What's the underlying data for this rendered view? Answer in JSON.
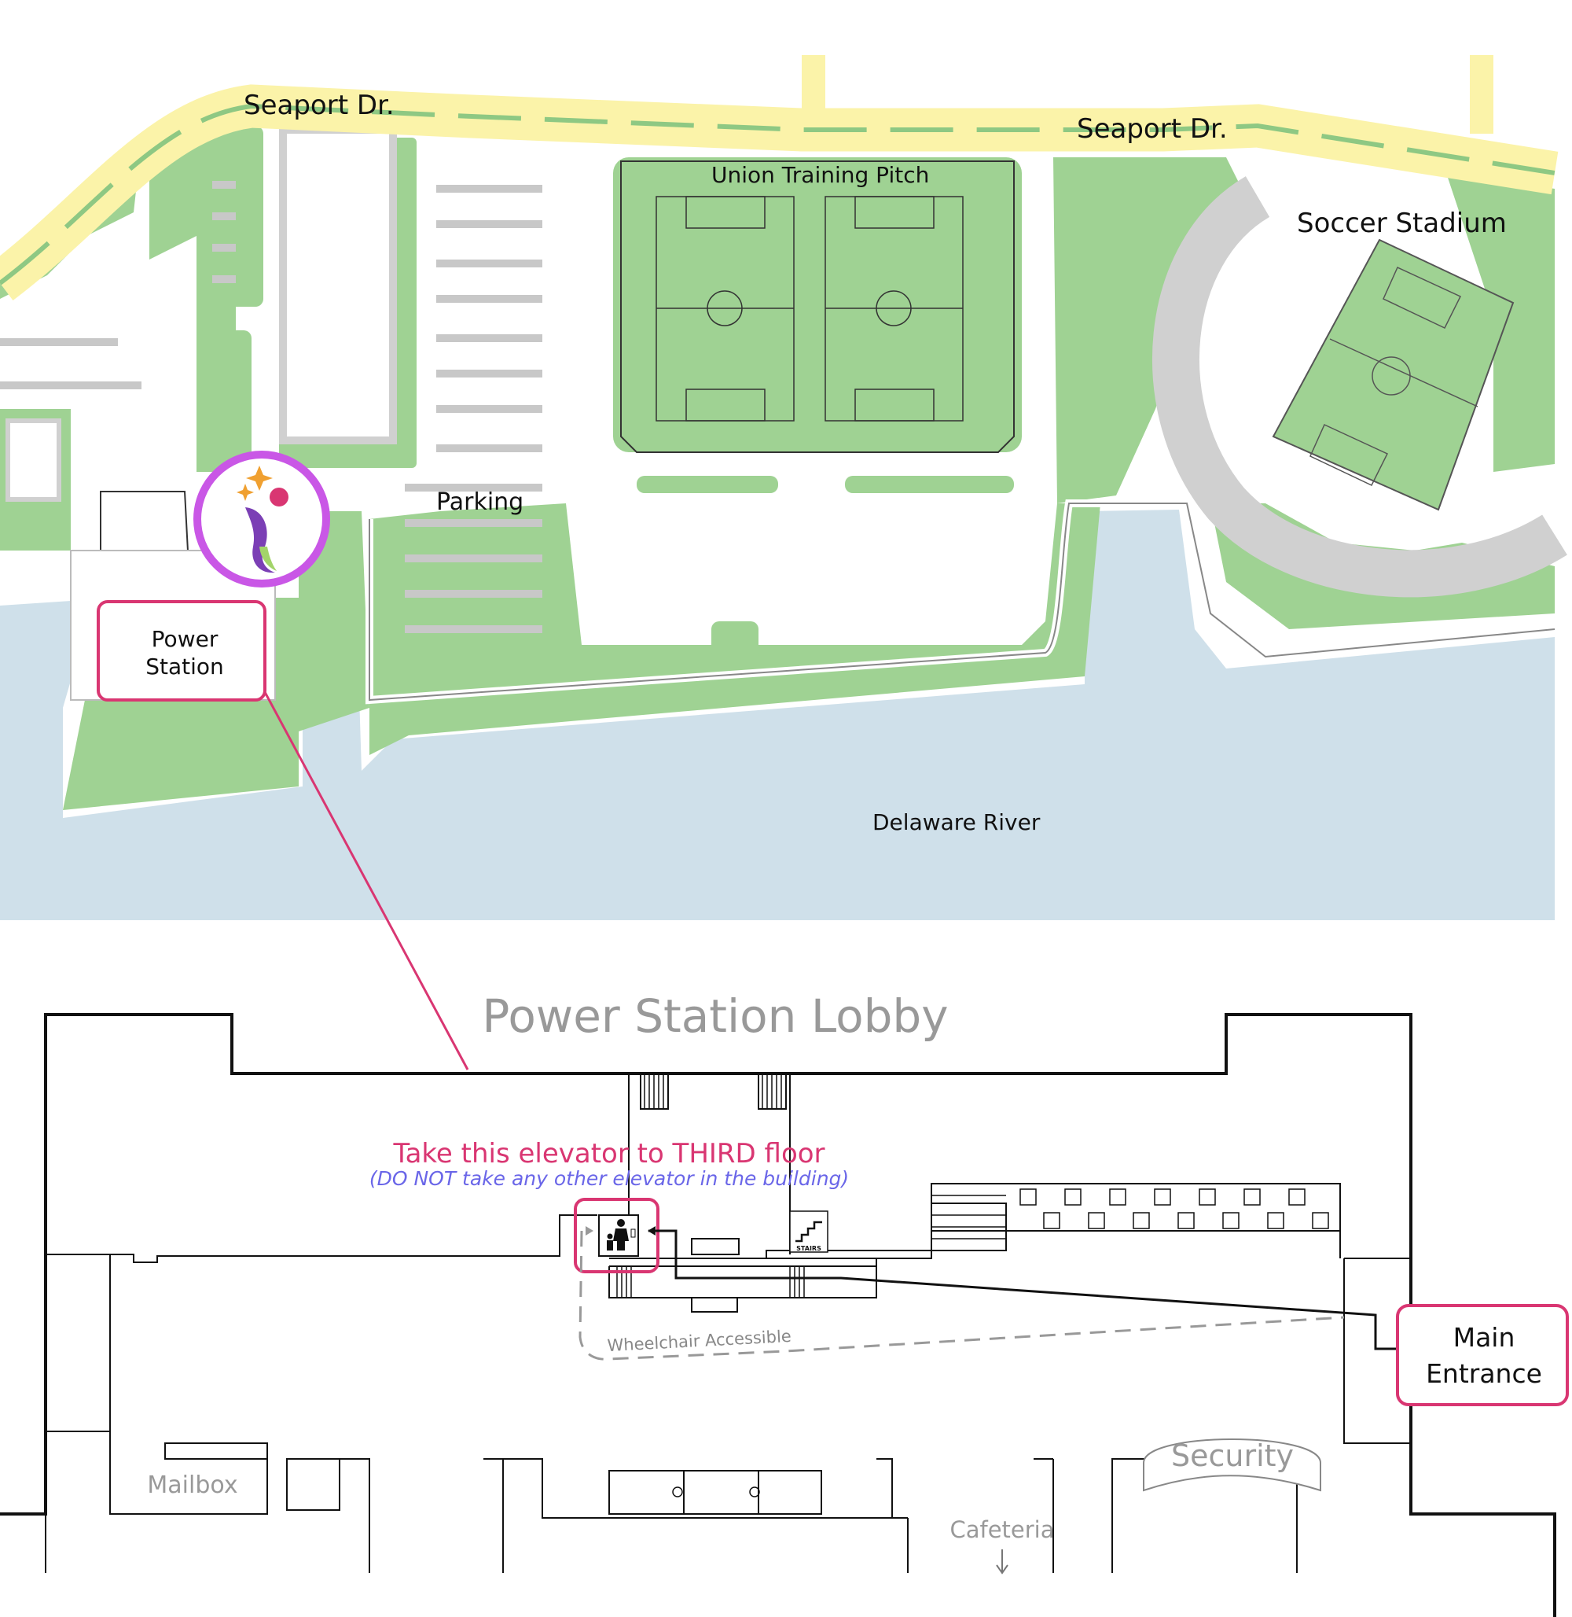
{
  "map": {
    "streets": {
      "seaport_left": "Seaport Dr.",
      "seaport_right": "Seaport Dr."
    },
    "places": {
      "training_pitch": "Union Training Pitch",
      "soccer_stadium": "Soccer Stadium",
      "parking": "Parking",
      "power_station": [
        "Power",
        "Station"
      ],
      "river": "Delaware River"
    },
    "colors": {
      "water": "#cfe0ea",
      "grass": "#9fd293",
      "road": "#fbf3a9",
      "pavement": "#d0d0d0",
      "accent": "#d93672",
      "marker_ring": "#c957e6"
    }
  },
  "lobby": {
    "title": "Power Station Lobby",
    "instruction": "Take this elevator to THIRD floor",
    "warning": "(DO NOT take any other elevator in the building)",
    "main_entrance": [
      "Main",
      "Entrance"
    ],
    "wheelchair": "Wheelchair Accessible",
    "mailbox": "Mailbox",
    "security": "Security",
    "cafeteria": "Cafeteria",
    "stairs": "STAIRS",
    "colors": {
      "instruction": "#d93672",
      "warning": "#6a66e8",
      "gray_label": "#999999"
    }
  }
}
